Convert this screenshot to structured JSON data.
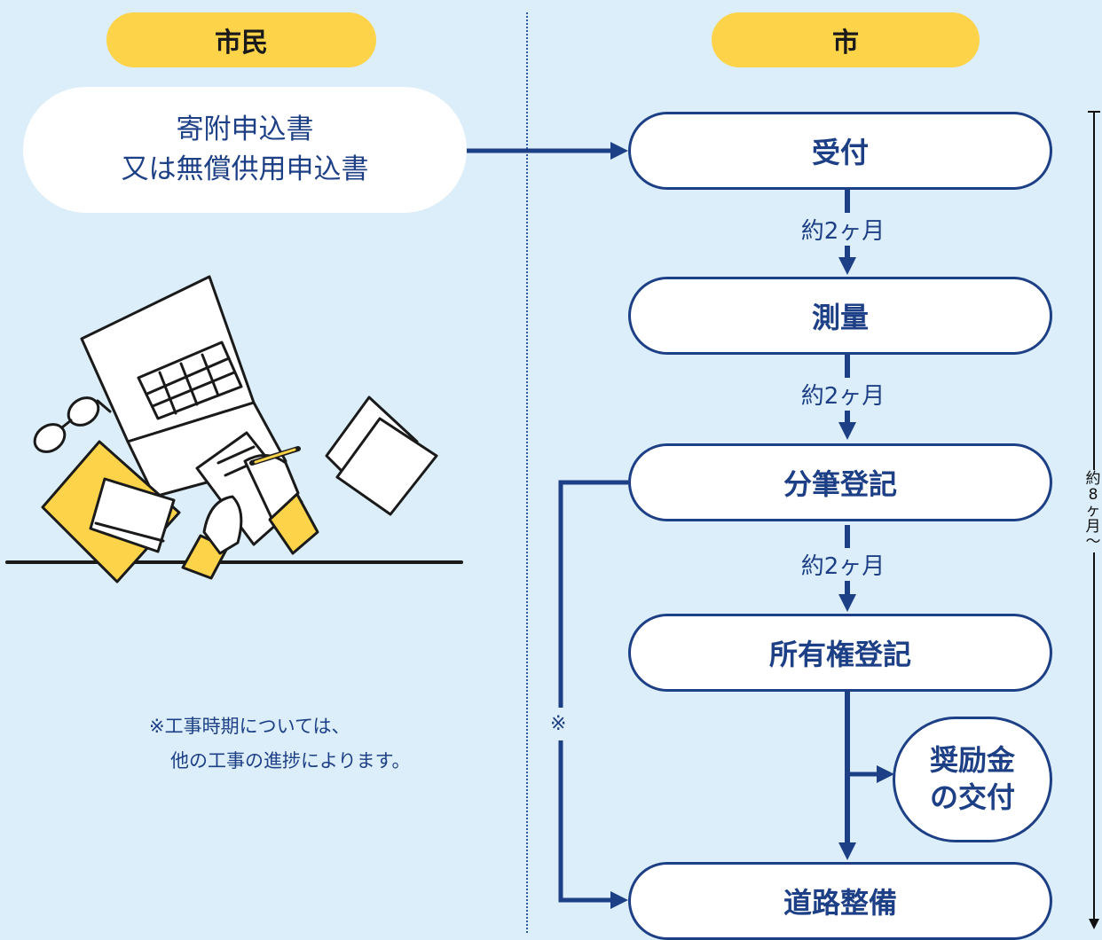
{
  "headers": {
    "citizen": "市民",
    "city": "市"
  },
  "application": {
    "line1": "寄附申込書",
    "line2": "又は無償供用申込書"
  },
  "steps": [
    {
      "label": "受付"
    },
    {
      "label": "測量"
    },
    {
      "label": "分筆登記"
    },
    {
      "label": "所有権登記"
    },
    {
      "label": "道路整備"
    }
  ],
  "durations": [
    "約2ヶ月",
    "約2ヶ月",
    "約2ヶ月"
  ],
  "subsidy": {
    "line1": "奨励金",
    "line2": "の交付"
  },
  "note": {
    "line1": "※工事時期については、",
    "line2": "他の工事の進捗によります。"
  },
  "bypass_mark": "※",
  "total_duration": [
    "約",
    "8",
    "ヶ",
    "月",
    "〜"
  ],
  "colors": {
    "background": "#dceef9",
    "accent": "#fcd349",
    "navy": "#1d3f86"
  }
}
